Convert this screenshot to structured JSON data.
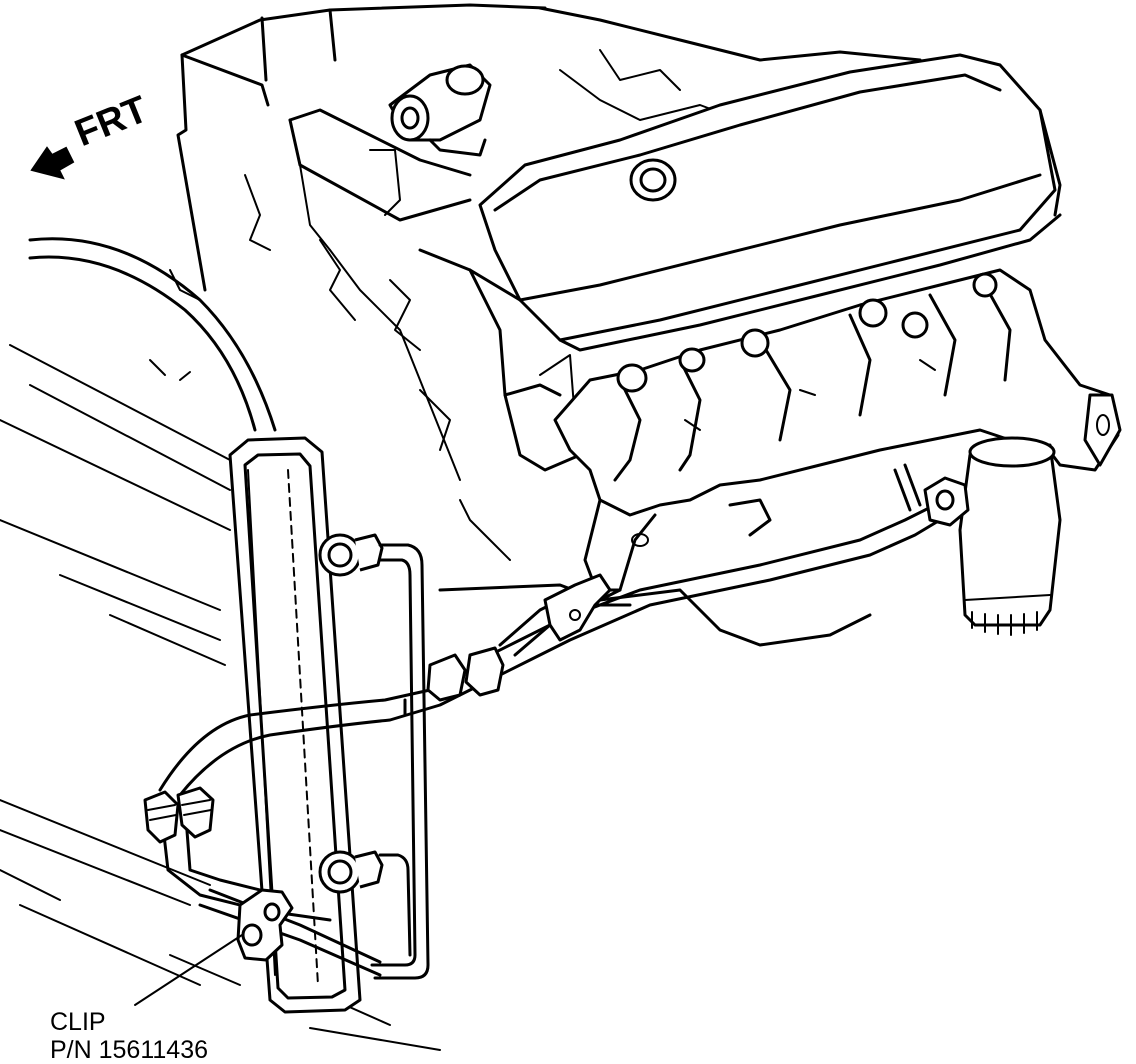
{
  "direction_label": "FRT",
  "callouts": {
    "clip_name": "CLIP",
    "clip_part_number": "P/N 15611436"
  },
  "icons": {
    "direction_arrow": "front-arrow-icon"
  },
  "colors": {
    "ink": "#000000",
    "paper": "#ffffff"
  }
}
